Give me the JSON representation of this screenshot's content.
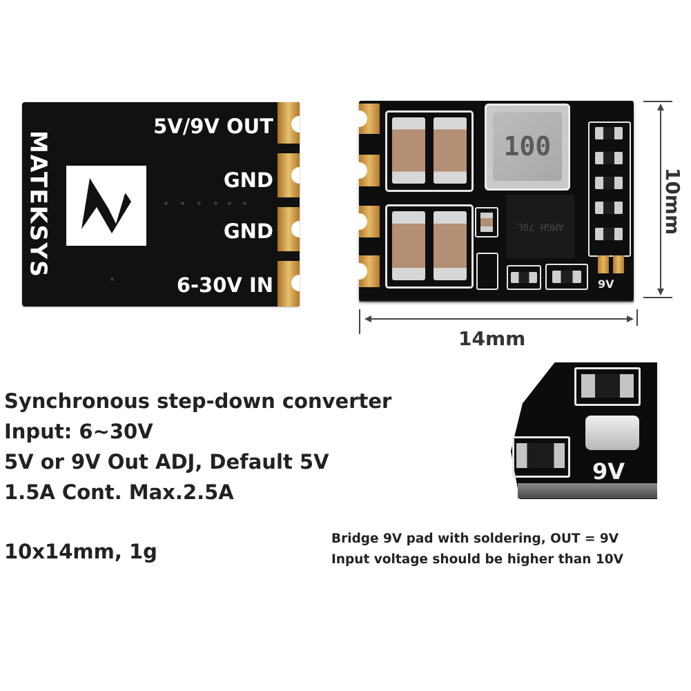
{
  "left_board": {
    "brand": "MATEKSYS",
    "pads": [
      "5V/9V OUT",
      "GND",
      "GND",
      "6-30V IN"
    ]
  },
  "right_board": {
    "inductor_marking": "100",
    "ic_marking": "AMGH 70L",
    "jumper_label": "9V"
  },
  "dimensions": {
    "width": "14mm",
    "height": "10mm"
  },
  "specs": [
    "Synchronous step-down converter",
    "Input: 6~30V",
    "5V or 9V Out ADJ, Default 5V",
    "1.5A Cont. Max.2.5A",
    "10x14mm, 1g"
  ],
  "zoom": {
    "label": "9V"
  },
  "notes": [
    "Bridge 9V pad with soldering, OUT = 9V",
    "Input voltage should be higher than 10V"
  ],
  "colors": {
    "pcb": "#111111",
    "gold_pad": "#d9a853",
    "text": "#222222"
  }
}
